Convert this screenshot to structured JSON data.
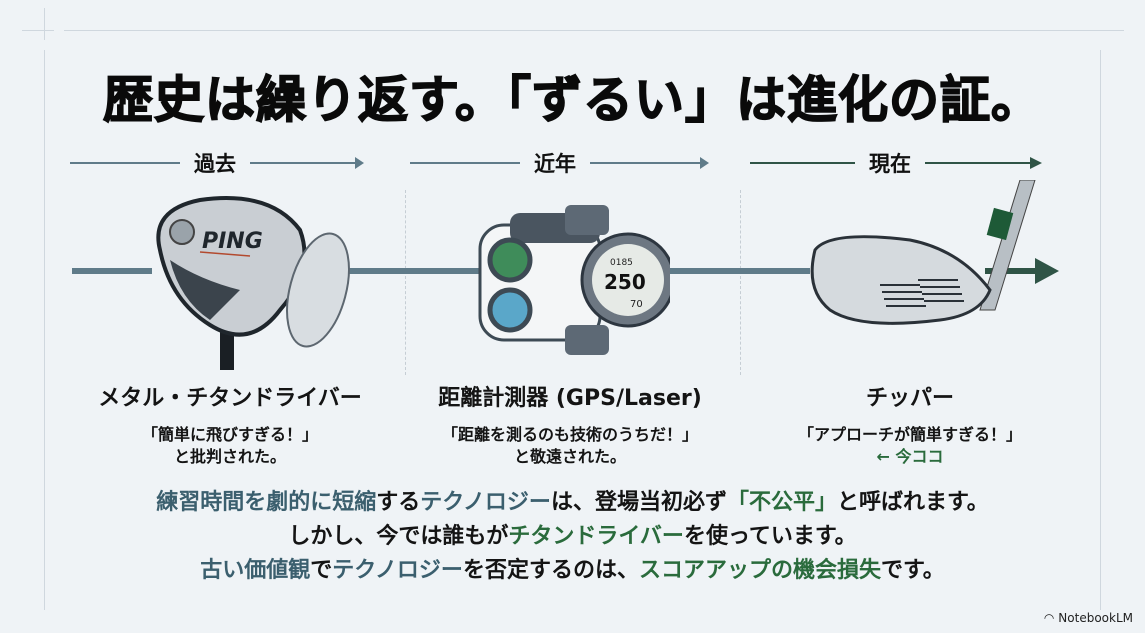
{
  "title": "歴史は繰り返す。「ずるい」は進化の証。",
  "eras": [
    {
      "label": "過去"
    },
    {
      "label": "近年"
    },
    {
      "label": "現在"
    }
  ],
  "items": [
    {
      "name": "メタル・チタンドライバー",
      "quote_line1": "「簡単に飛びすぎる！」",
      "quote_line2": "と批判された。",
      "illustration": "golf-driver-icon",
      "brand": "PING"
    },
    {
      "name": "距離計測器 (GPS/Laser)",
      "quote_line1": "「距離を測るのも技術のうちだ！」",
      "quote_line2": "と敬遠された。",
      "illustration": "rangefinder-watch-icon",
      "watch_top": "0185",
      "watch_main": "250",
      "watch_bottom": "70"
    },
    {
      "name": "チッパー",
      "quote_line1": "「アプローチが簡単すぎる！」",
      "here_label": "← 今ココ",
      "illustration": "chipper-club-icon"
    }
  ],
  "summary": {
    "line1": {
      "a": "練習時間を劇的に短縮",
      "b": "する",
      "c": "テクノロジー",
      "d": "は、登場当初必ず",
      "e": "「不公平」",
      "f": "と呼ばれます。"
    },
    "line2": {
      "a": "しかし、今では誰もが",
      "b": "チタンドライバー",
      "c": "を使っています。"
    },
    "line3": {
      "a": "古い価値観",
      "b": "で",
      "c": "テクノロジー",
      "d": "を否定するのは、",
      "e": "スコアアップの機会損失",
      "f": "です。"
    }
  },
  "footer": {
    "badge": "NotebookLM"
  },
  "colors": {
    "accent_blue": "#3b5f6e",
    "accent_green": "#2a6b3c",
    "timeline": "#5f7b89",
    "background": "#eff3f6"
  }
}
